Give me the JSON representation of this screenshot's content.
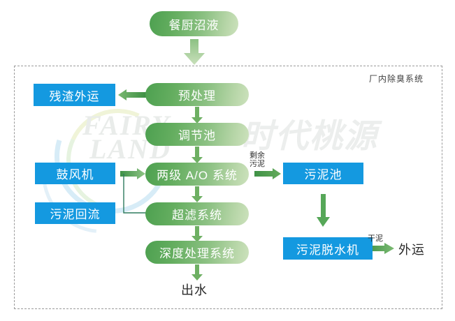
{
  "diagram": {
    "title_node": {
      "label": "餐厨沼液"
    },
    "plant_boundary_label": "厂内除臭系统",
    "watermark": {
      "line1": "FAIRY",
      "line2": "LAND",
      "line3": "时代桃源"
    },
    "process_nodes": [
      {
        "id": "pretreatment",
        "label": "预处理"
      },
      {
        "id": "equalization-tank",
        "label": "调节池"
      },
      {
        "id": "two-stage-ao-system",
        "label": "两级 A/O 系统"
      },
      {
        "id": "ultrafiltration-system",
        "label": "超滤系统"
      },
      {
        "id": "advanced-treatment-system",
        "label": "深度处理系统"
      }
    ],
    "aux_nodes": [
      {
        "id": "residue-transport",
        "label": "残渣外运"
      },
      {
        "id": "blower",
        "label": "鼓风机"
      },
      {
        "id": "sludge-return",
        "label": "污泥回流"
      },
      {
        "id": "sludge-tank",
        "label": "污泥池"
      },
      {
        "id": "sludge-dewatering-machine",
        "label": "污泥脱水机"
      }
    ],
    "edge_labels": [
      {
        "id": "excess-sludge",
        "line1": "剩余",
        "line2": "污泥"
      },
      {
        "id": "dry-sludge",
        "text": "干泥"
      }
    ],
    "output_labels": [
      {
        "id": "effluent",
        "text": "出水"
      },
      {
        "id": "offsite-transport",
        "text": "外运"
      }
    ],
    "colors": {
      "green_dark": "#4da050",
      "green_light": "#cde2bd",
      "blue": "#1499e0",
      "arrow_green": "#5aa85c",
      "arrow_green_light": "#9ecf93",
      "boundary": "#9a9a9a",
      "text_dark": "#2b2b2b"
    }
  }
}
